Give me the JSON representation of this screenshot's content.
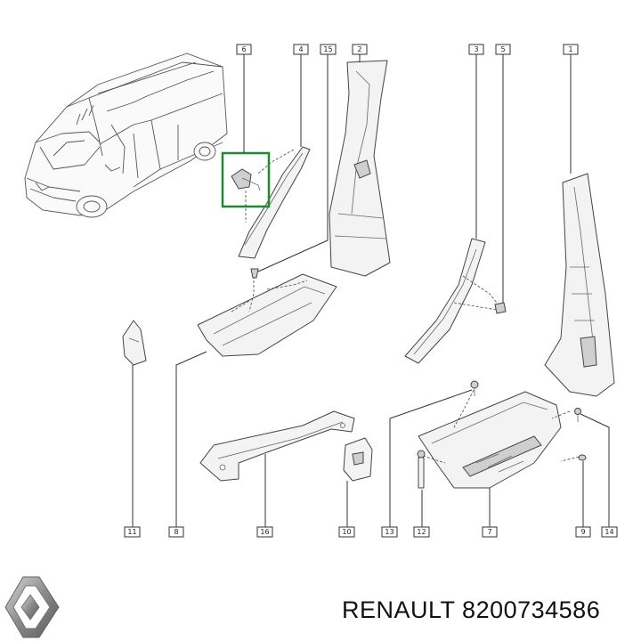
{
  "brand": "RENAULT",
  "part_number": "8200734586",
  "callouts": [
    "6",
    "4",
    "15",
    "2",
    "3",
    "5",
    "1",
    "11",
    "8",
    "16",
    "10",
    "13",
    "12",
    "7",
    "9",
    "14"
  ],
  "highlight_color": "#1e8a2e",
  "logo_icon": "renault-diamond-logo"
}
